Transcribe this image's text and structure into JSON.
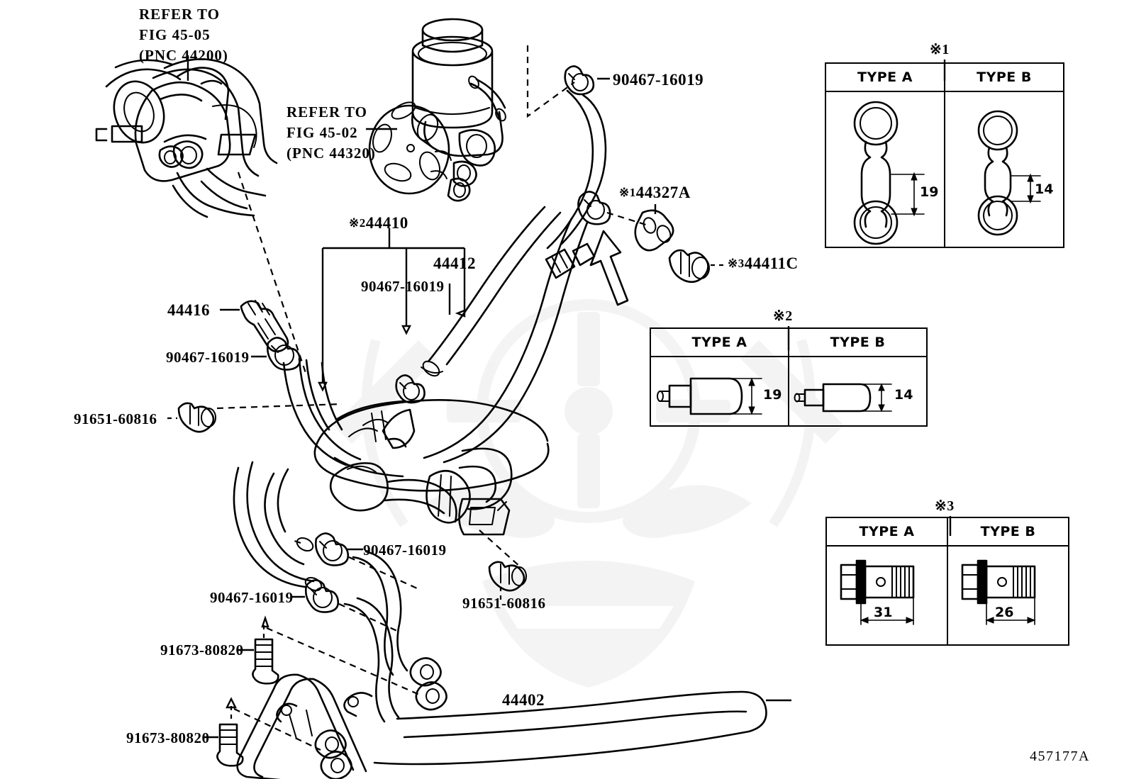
{
  "diagram": {
    "figure_code": "457177A",
    "title_refs": [
      {
        "id": "ref-4505",
        "line1": "REFER TO",
        "line2": "FIG 45-05",
        "line3": "(PNC 44200)"
      },
      {
        "id": "ref-4502",
        "line1": "REFER TO",
        "line2": "FIG 45-02",
        "line3": "(PNC 44320)"
      }
    ]
  },
  "callouts": [
    {
      "id": "co-90467-top",
      "mark": "",
      "text": "90467-16019"
    },
    {
      "id": "co-44327a",
      "mark": "※1",
      "text": "44327A"
    },
    {
      "id": "co-44411c",
      "mark": "※3",
      "text": "44411C"
    },
    {
      "id": "co-44410",
      "mark": "※2",
      "text": "44410"
    },
    {
      "id": "co-44412",
      "mark": "",
      "text": "44412"
    },
    {
      "id": "co-90467-bracket",
      "mark": "",
      "text": "90467-16019"
    },
    {
      "id": "co-44416",
      "mark": "",
      "text": "44416"
    },
    {
      "id": "co-90467-left",
      "mark": "",
      "text": "90467-16019"
    },
    {
      "id": "co-91651-left",
      "mark": "",
      "text": "91651-60816"
    },
    {
      "id": "co-90467-mid",
      "mark": "",
      "text": "90467-16019"
    },
    {
      "id": "co-90467-low",
      "mark": "",
      "text": "90467-16019"
    },
    {
      "id": "co-91651-right",
      "mark": "",
      "text": "91651-60816"
    },
    {
      "id": "co-91673-upper",
      "mark": "",
      "text": "91673-80820"
    },
    {
      "id": "co-91673-lower",
      "mark": "",
      "text": "91673-80820"
    },
    {
      "id": "co-44402",
      "mark": "",
      "text": "44402"
    }
  ],
  "tables": [
    {
      "id": "table-1",
      "mark": "※1",
      "columns": [
        {
          "header": "TYPE A",
          "dimension": "19"
        },
        {
          "header": "TYPE B",
          "dimension": "14"
        }
      ]
    },
    {
      "id": "table-2",
      "mark": "※2",
      "columns": [
        {
          "header": "TYPE A",
          "dimension": "19"
        },
        {
          "header": "TYPE B",
          "dimension": "14"
        }
      ]
    },
    {
      "id": "table-3",
      "mark": "※3",
      "columns": [
        {
          "header": "TYPE A",
          "dimension": "31"
        },
        {
          "header": "TYPE B",
          "dimension": "26"
        }
      ]
    }
  ]
}
